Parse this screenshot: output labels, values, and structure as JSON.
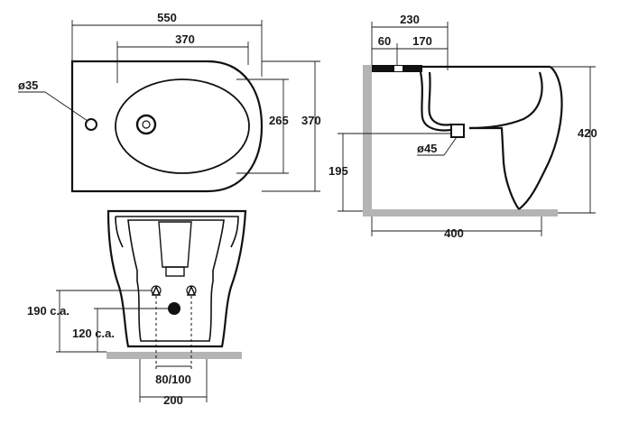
{
  "top_view": {
    "width_label": "550",
    "inner_width_label": "370",
    "hole_label": "ø35",
    "bowl_depth_label": "265",
    "depth_label": "370"
  },
  "side_view": {
    "total_depth_label": "230",
    "offset_label": "60",
    "span_label": "170",
    "drain_label": "ø45",
    "drain_height_label": "195",
    "height_label": "420",
    "base_label": "400"
  },
  "front_view": {
    "supply_high_label": "190 c.a.",
    "supply_low_label": "120 c.a.",
    "supply_spacing_label": "80/100",
    "base_width_label": "200"
  },
  "colors": {
    "line": "#111111",
    "floor": "#b4b4b4",
    "background": "#ffffff"
  }
}
